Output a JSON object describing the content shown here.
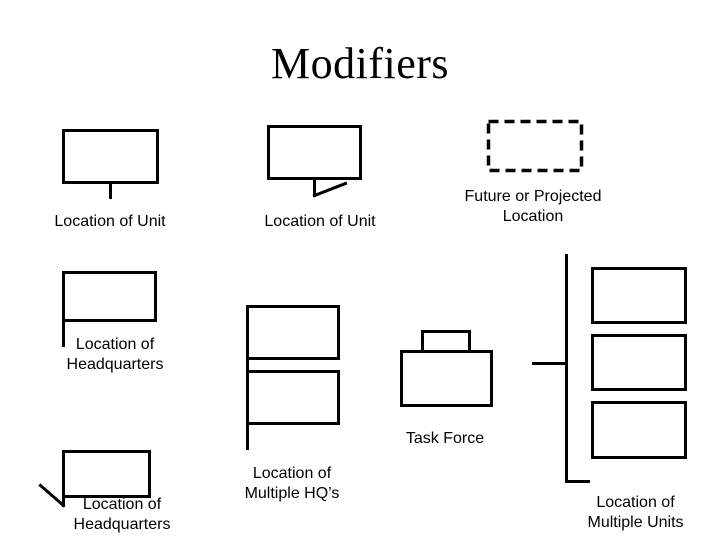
{
  "slide": {
    "title": "Modifiers",
    "background_color": "#ffffff",
    "ink_color": "#000000"
  },
  "symbols": [
    {
      "id": "location-of-unit-plain",
      "label": "Location of Unit",
      "shape": "rectangle-with-center-stem"
    },
    {
      "id": "location-of-unit-stem-flag",
      "label": "Location of Unit",
      "shape": "rectangle-with-center-stem-and-diagonal"
    },
    {
      "id": "future-or-projected-location",
      "label": "Future or Projected\nLocation",
      "shape": "dashed-rectangle"
    },
    {
      "id": "location-of-headquarters",
      "label": "Location of\nHeadquarters",
      "shape": "rectangle-with-left-staff"
    },
    {
      "id": "location-of-multiple-hqs",
      "label": "Location of\nMultiple HQ’s",
      "shape": "two-stacked-rectangles-with-left-staff"
    },
    {
      "id": "task-force",
      "label": "Task Force",
      "shape": "rectangle-with-top-bracket"
    },
    {
      "id": "location-of-headquarters-past",
      "label": "Location of\nHeadquarters",
      "shape": "rectangle-with-left-staff-and-diagonal"
    },
    {
      "id": "location-of-multiple-units",
      "label": "Location of\nMultiple Units",
      "shape": "three-rectangles-with-left-bracket"
    }
  ]
}
